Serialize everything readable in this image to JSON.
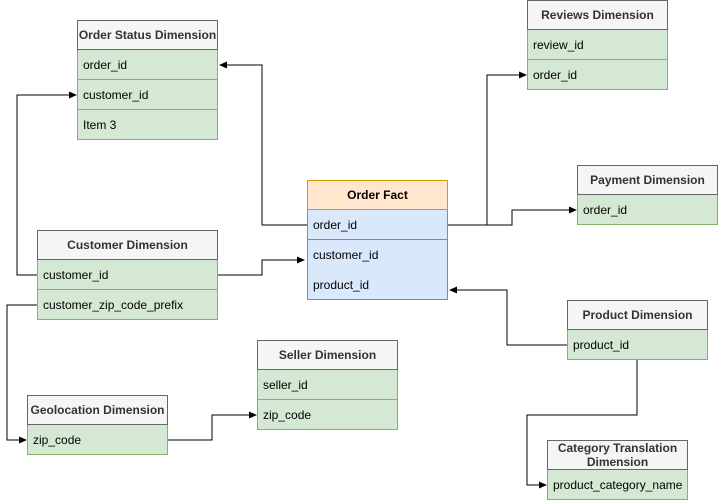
{
  "tables": {
    "order_status": {
      "title": "Order Status Dimension",
      "fields": [
        "order_id",
        "customer_id",
        "Item 3"
      ]
    },
    "reviews": {
      "title": "Reviews Dimension",
      "fields": [
        "review_id",
        "order_id"
      ]
    },
    "order_fact": {
      "title": "Order Fact",
      "fields": [
        "order_id",
        "customer_id",
        "product_id"
      ]
    },
    "payment": {
      "title": "Payment Dimension",
      "fields": [
        "order_id"
      ]
    },
    "customer": {
      "title": "Customer Dimension",
      "fields": [
        "customer_id",
        "customer_zip_code_prefix"
      ]
    },
    "product": {
      "title": "Product Dimension",
      "fields": [
        "product_id"
      ]
    },
    "seller": {
      "title": "Seller Dimension",
      "fields": [
        "seller_id",
        "zip_code"
      ]
    },
    "geolocation": {
      "title": "Geolocation Dimension",
      "fields": [
        "zip_code"
      ]
    },
    "category_translation": {
      "title": "Category Translation Dimension",
      "fields": [
        "product_category_name"
      ]
    }
  },
  "colors": {
    "dimension_header_fill": "#f5f5f5",
    "dimension_header_border": "#666666",
    "dimension_row_fill": "#d5e8d4",
    "dimension_row_border": "#82b366",
    "fact_header_fill": "#ffe6cc",
    "fact_header_border": "#d79b00",
    "fact_body_fill": "#dae8fc",
    "fact_body_border": "#6c8ebf",
    "connector": "#000000"
  }
}
